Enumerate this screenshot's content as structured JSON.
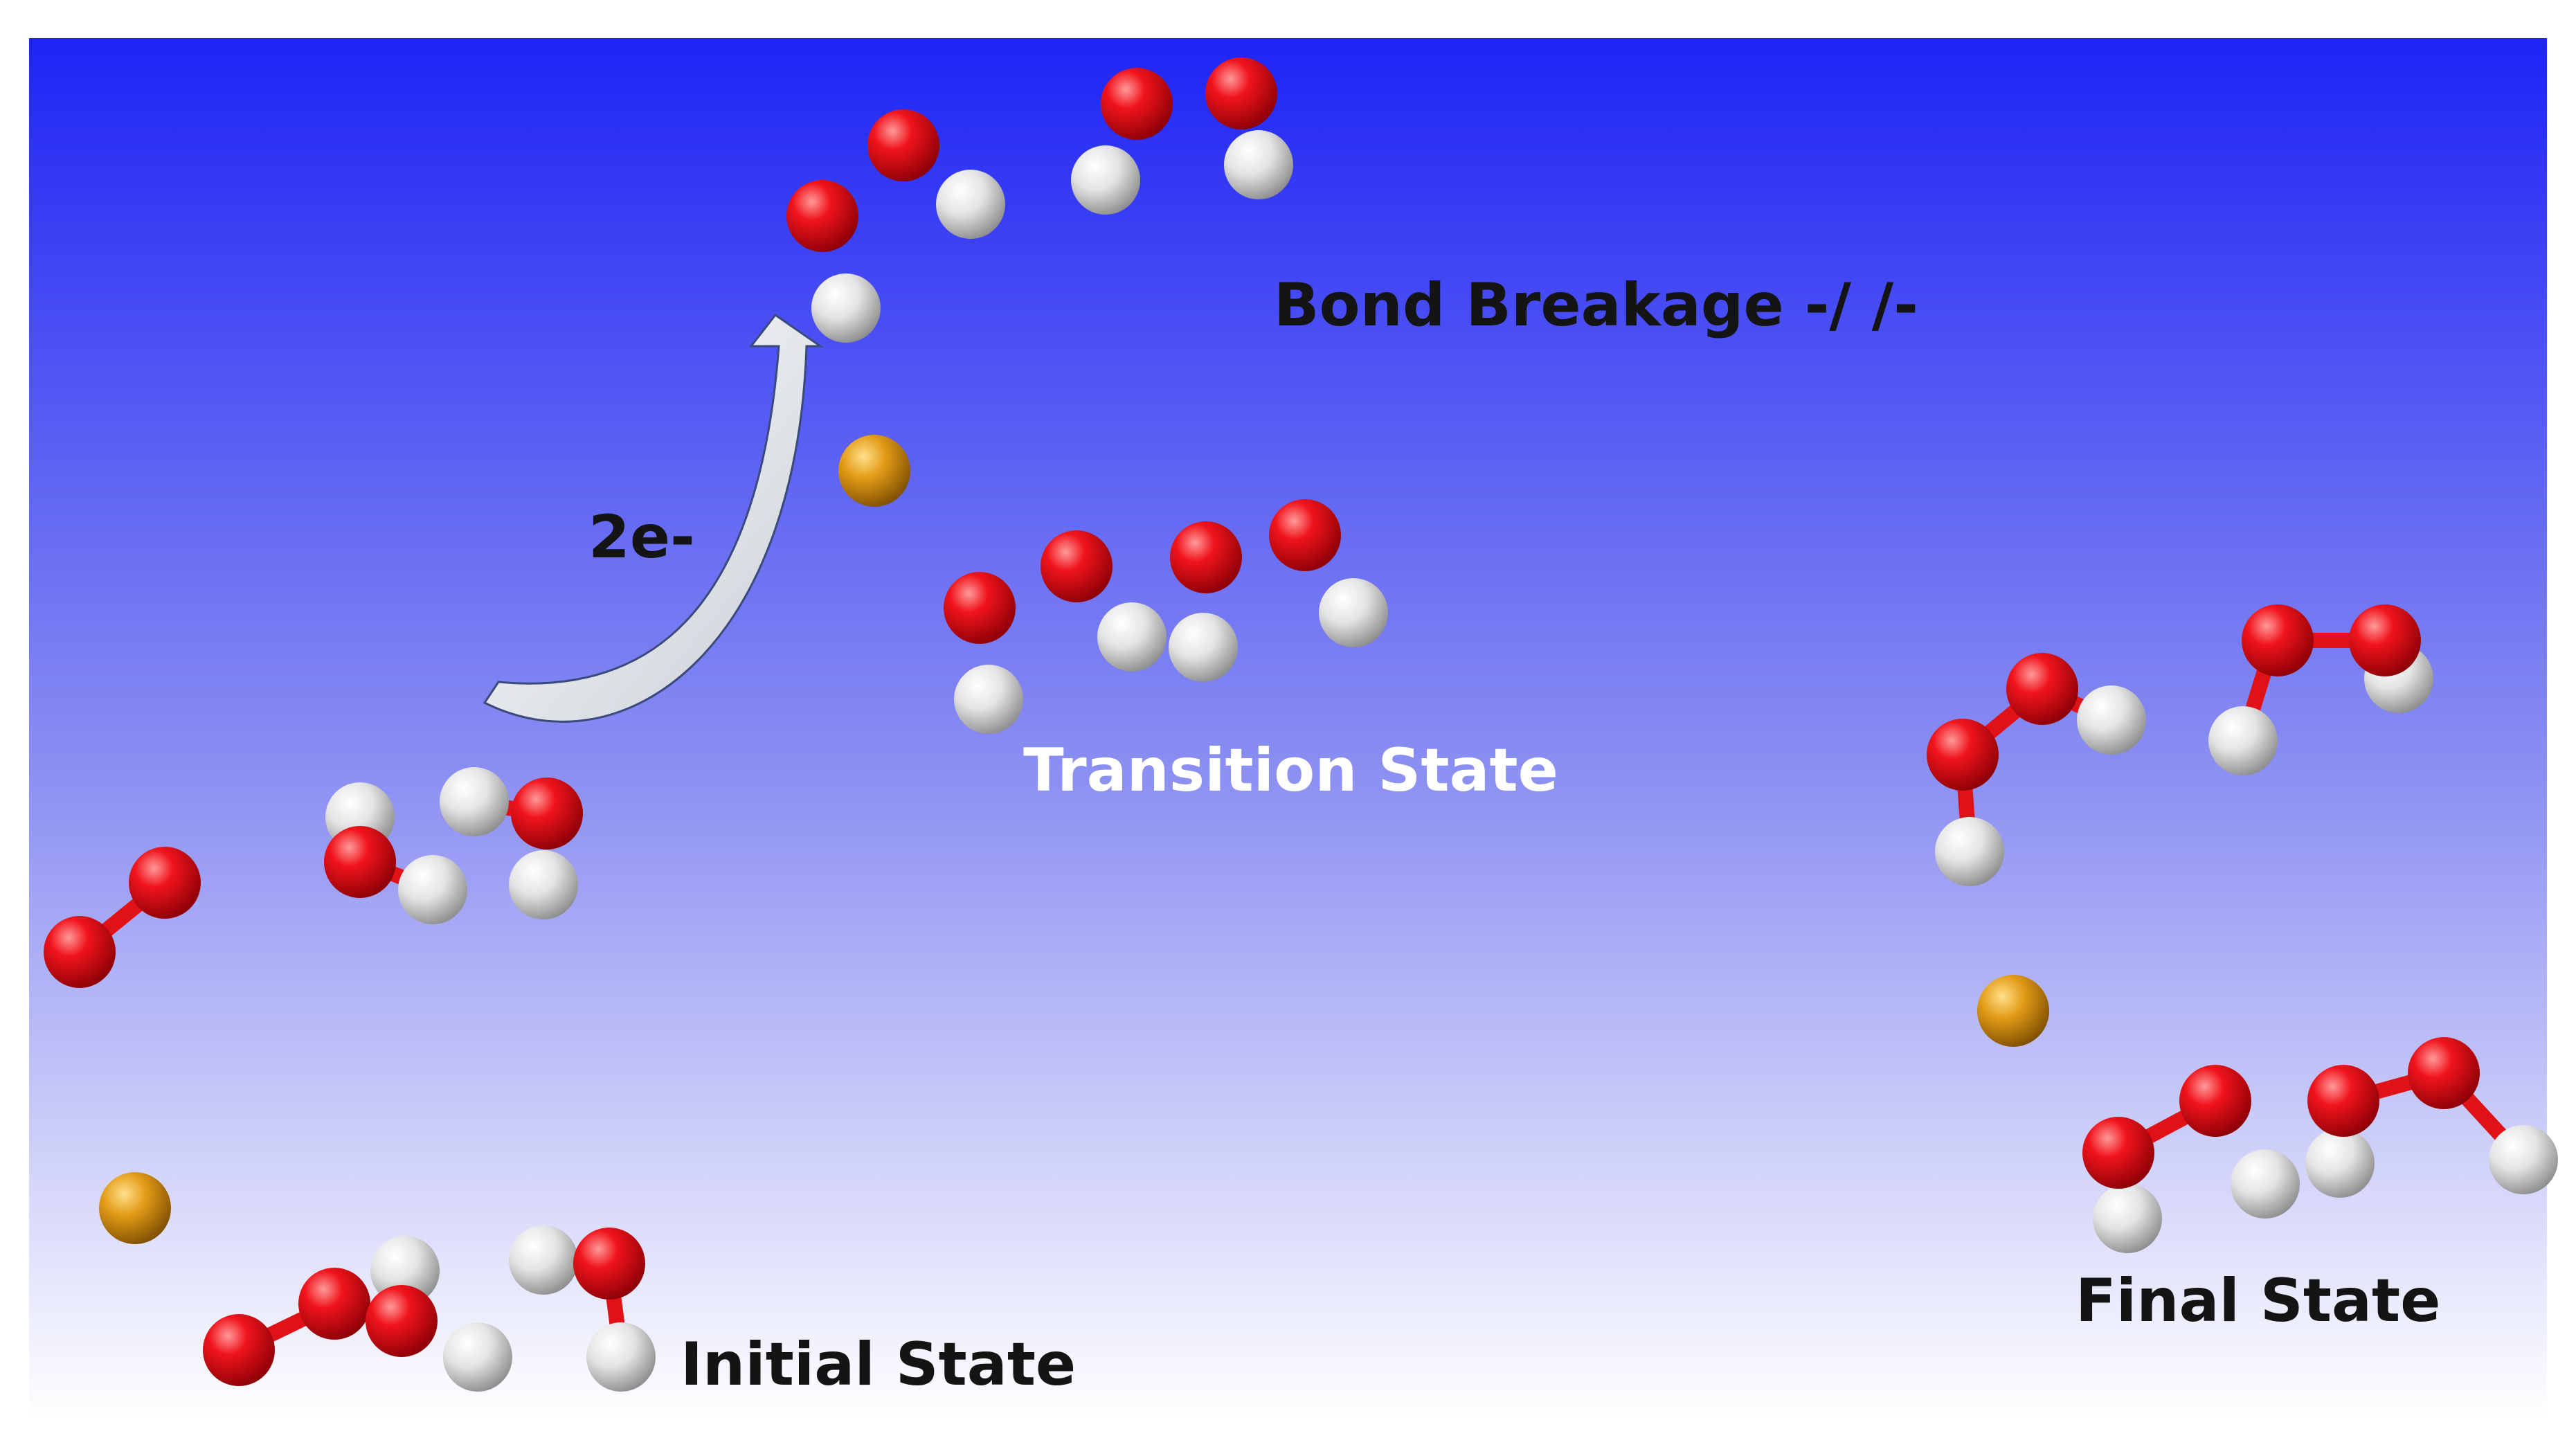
{
  "labels": {
    "initial_state": "Initial State",
    "transition_state": "Transition State",
    "bond_breakage": "Bond Breakage -/ /-",
    "final_state": "Final State",
    "electrons": "2e-"
  },
  "colors": {
    "background_top": "#1e24f5",
    "background_bottom": "#ffffff",
    "oxygen": "#e8101a",
    "hydrogen": "#e6e6e6",
    "metal_ion": "#e09a1a",
    "bond": "#e01218",
    "arrow_fill": "#ffffff",
    "arrow_shadow": "#d0d4da"
  }
}
